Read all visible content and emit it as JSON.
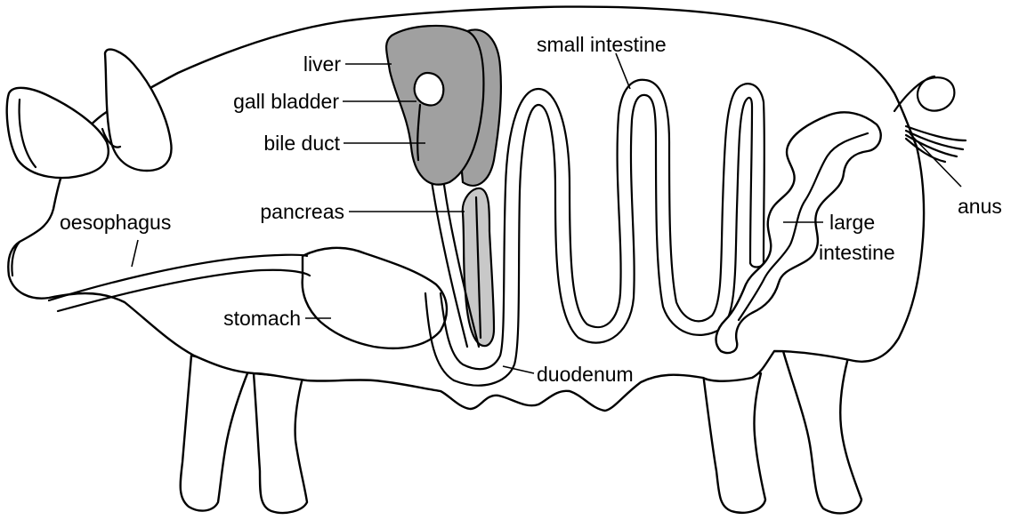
{
  "labels": {
    "liver": "liver",
    "gall_bladder": "gall bladder",
    "bile_duct": "bile duct",
    "pancreas": "pancreas",
    "oesophagus": "oesophagus",
    "stomach": "stomach",
    "duodenum": "duodenum",
    "small_intestine": "small intestine",
    "large_intestine_line1": "large",
    "large_intestine_line2": "intestine",
    "anus": "anus"
  },
  "colors": {
    "liver_fill": "#a0a0a0",
    "pancreas_fill": "#c8c8c8",
    "outline": "#000000",
    "background": "#ffffff"
  }
}
